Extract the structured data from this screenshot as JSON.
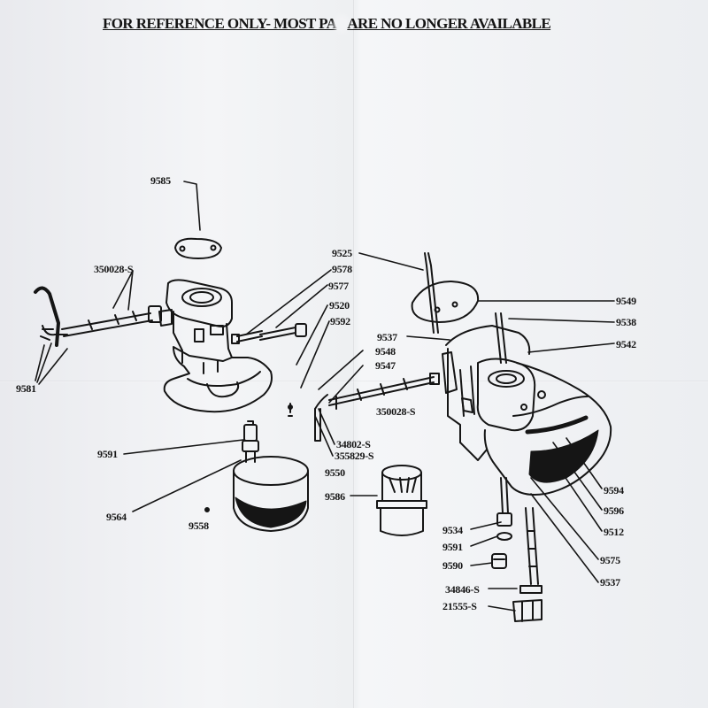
{
  "header": {
    "part1": "FOR REFERENCE ONLY- MOST PA",
    "part2": "ARE NO LONGER AVAILABLE"
  },
  "colors": {
    "ink": "#151515",
    "paper": "#f1f2f4"
  },
  "labels": {
    "p9585": "9585",
    "p350028a": "350028-S",
    "p9581": "9581",
    "p9525": "9525",
    "p9578": "9578",
    "p9577": "9577",
    "p9520": "9520",
    "p9592": "9592",
    "p9549": "9549",
    "p9538": "9538",
    "p9537a": "9537",
    "p9542": "9542",
    "p9548": "9548",
    "p9547": "9547",
    "p350028b": "350028-S",
    "p34802": "34802-S",
    "p355829": "355829-S",
    "p9550": "9550",
    "p9591a": "9591",
    "p9564": "9564",
    "p9558": "9558",
    "p9586": "9586",
    "p9594": "9594",
    "p9596": "9596",
    "p9512": "9512",
    "p9534": "9534",
    "p9591b": "9591",
    "p9575": "9575",
    "p9590": "9590",
    "p9537b": "9537",
    "p34846": "34846-S",
    "p21555": "21555-S"
  }
}
